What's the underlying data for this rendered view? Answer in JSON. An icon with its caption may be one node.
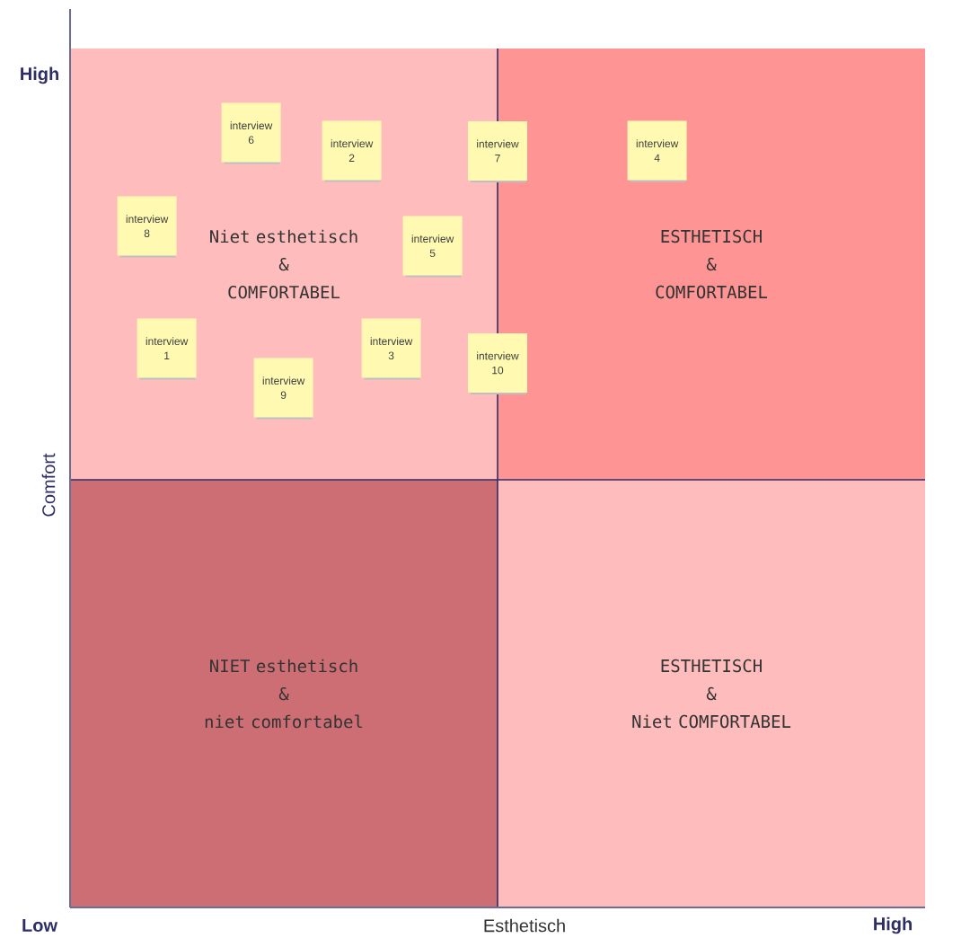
{
  "diagram": {
    "nodes": [
      {
        "text": [
          "Niet esthetisch & COMFORTABEL"
        ]
      },
      {
        "text": [
          "ESTHETISCH & COMFORTABEL"
        ]
      },
      {
        "text": [
          "NIET esthetisch & niet comfortabel"
        ]
      },
      {
        "text": [
          "ESTHETISCH & Niet COMFORTABEL"
        ]
      },
      {
        "text": [
          "interview 6"
        ],
        "in": 0
      },
      {
        "text": [
          "interview 2"
        ],
        "in": 0
      },
      {
        "text": [
          "interview 7"
        ]
      },
      {
        "text": [
          "interview 4"
        ],
        "in": 1
      },
      {
        "text": [
          "interview 8"
        ],
        "in": 0
      },
      {
        "text": [
          "interview 5"
        ],
        "in": 0
      },
      {
        "text": [
          "interview 1"
        ],
        "in": 0
      },
      {
        "text": [
          "interview 3"
        ],
        "in": 0
      },
      {
        "text": [
          "interview 10"
        ]
      },
      {
        "text": [
          "interview 9"
        ],
        "in": 0
      }
    ],
    "labels": [
      "High",
      "Comfort",
      "Low",
      "Esthetisch",
      "High"
    ]
  }
}
